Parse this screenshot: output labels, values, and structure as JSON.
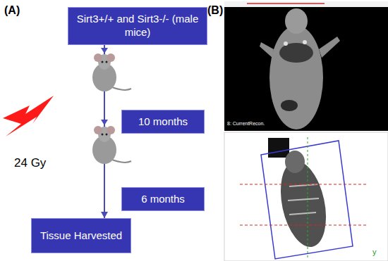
{
  "diagram": {
    "nodes": [
      {
        "text": [
          "Sirt3+/+ and Sirt3-/- (male mice)"
        ]
      },
      {
        "text": [
          "10 months"
        ]
      },
      {
        "text": [
          "6 months"
        ]
      },
      {
        "text": [
          "Tissue Harvested"
        ]
      }
    ],
    "edges": [
      {
        "from": 0,
        "to": 3,
        "arrow": "to"
      }
    ],
    "labels": [
      "(A)",
      "24 Gy",
      "(B)",
      "8: CurrentRecon.",
      "y"
    ]
  }
}
